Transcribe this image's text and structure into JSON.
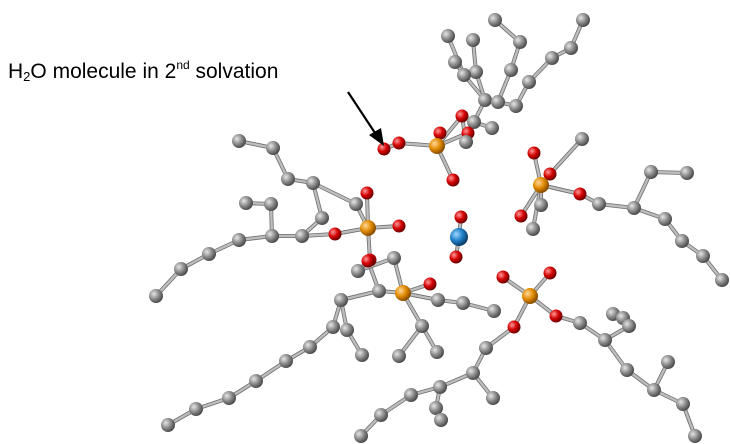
{
  "annotation": {
    "prefix": "H",
    "subscript": "2",
    "middle": "O molecule in 2",
    "superscript": "nd",
    "suffix": " solvation"
  },
  "colors": {
    "carbon": "#8a8a8a",
    "oxygen": "#d40000",
    "phosphorus": "#e08a00",
    "metal": "#1e7fc8",
    "bond": "#bdbdbd",
    "arrow": "#000000"
  }
}
